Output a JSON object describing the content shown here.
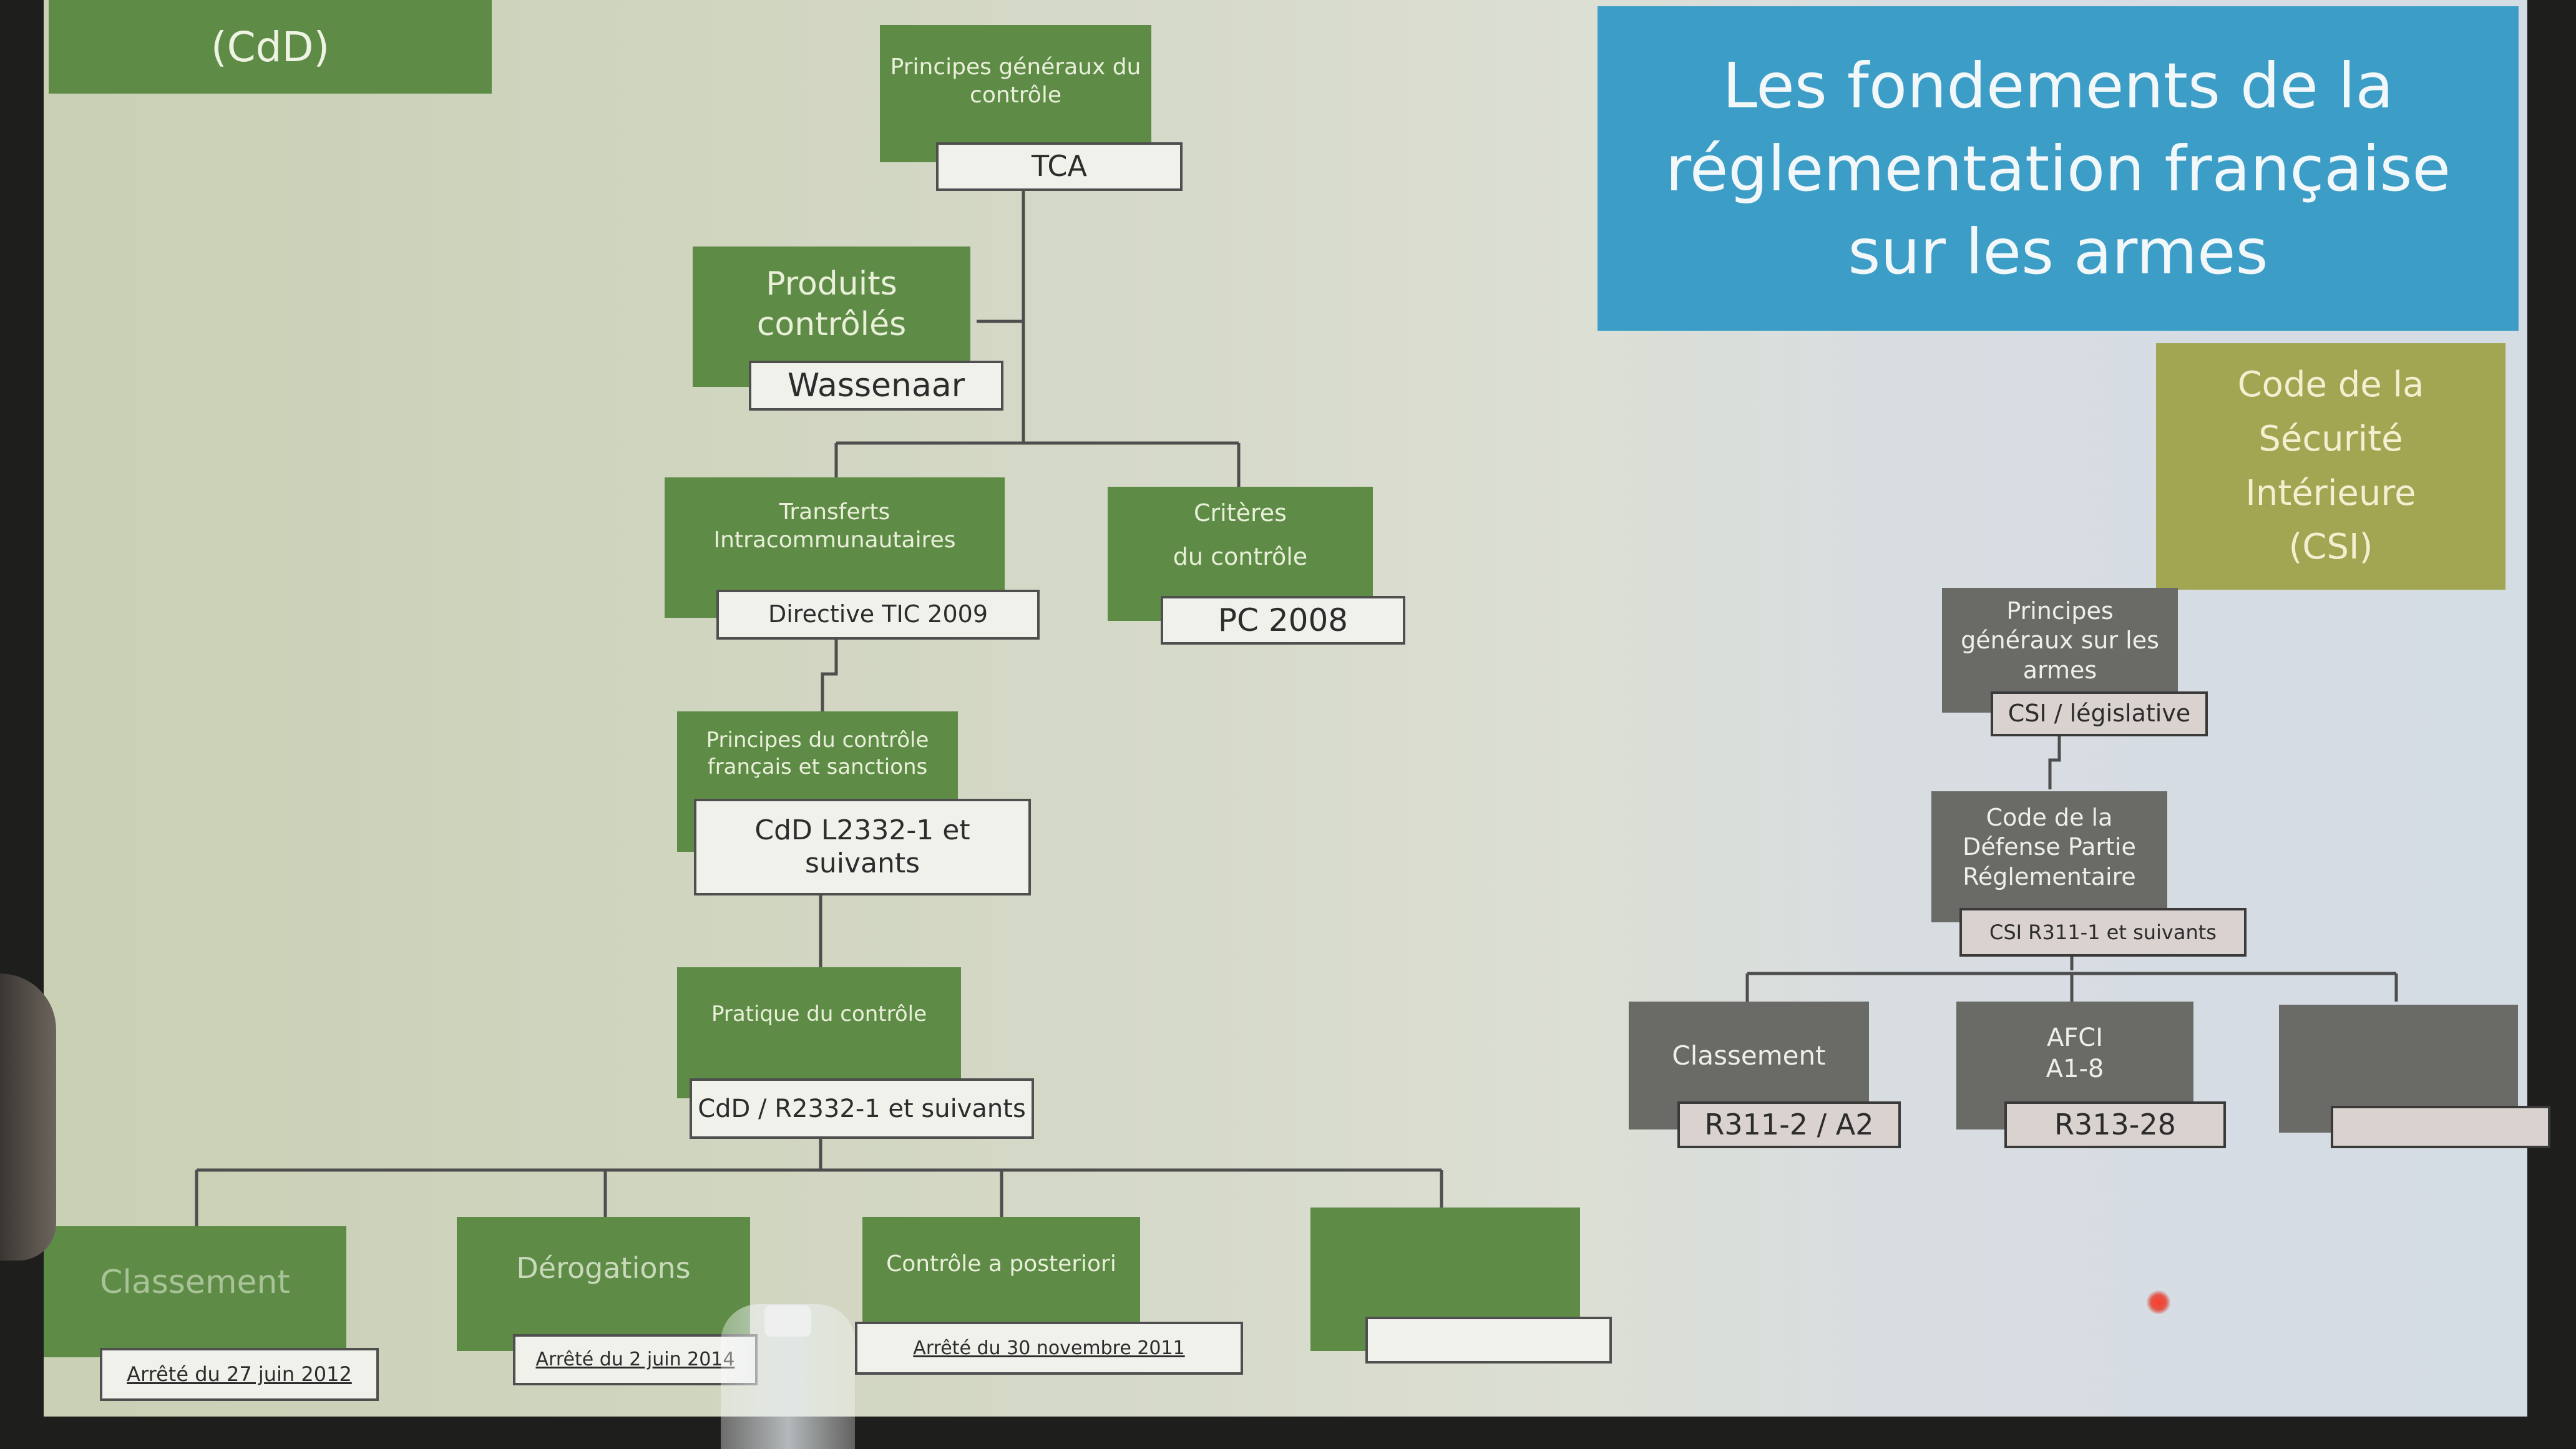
{
  "header": {
    "cdd_tab": "(CdD)",
    "title": "Les fondements de la réglementation française sur les armes"
  },
  "left_tree": {
    "principes_generaux": {
      "label": "Principes généraux du contrôle",
      "ref": "TCA"
    },
    "produits_controles": {
      "label": "Produits contrôlés",
      "ref": "Wassenaar"
    },
    "transferts": {
      "label": "Transferts Intracommunautaires",
      "ref": "Directive TIC 2009"
    },
    "criteres": {
      "label_line1": "Critères",
      "label_line2": "du contrôle",
      "ref": "PC 2008"
    },
    "principes_francais": {
      "label": "Principes du contrôle français et sanctions",
      "ref": "CdD L2332-1 et suivants"
    },
    "pratique": {
      "label": "Pratique du contrôle",
      "ref": "CdD / R2332-1 et suivants"
    },
    "leaves": [
      {
        "label": "Classement",
        "ref": "Arrêté du 27 juin 2012"
      },
      {
        "label": "Dérogations",
        "ref": "Arrêté du 2 juin 2014"
      },
      {
        "label": "Contrôle a posteriori",
        "ref": "Arrêté du 30 novembre 2011"
      },
      {
        "label": "",
        "ref": ""
      }
    ]
  },
  "right_tree": {
    "csi": "Code de la Sécurité Intérieure (CSI)",
    "principes_armes": {
      "label": "Principes généraux sur les armes",
      "ref": "CSI / législative"
    },
    "code_defense": {
      "label": "Code de la Défense Partie Réglementaire",
      "ref": "CSI R311-1 et suivants"
    },
    "leaves": [
      {
        "label": "Classement",
        "ref": "R311-2 / A2"
      },
      {
        "label": "AFCI A1-8",
        "ref": "R313-28"
      },
      {
        "label": "",
        "ref": ""
      }
    ]
  },
  "colors": {
    "green_box": "#5e8c47",
    "grey_box": "#6a6a66",
    "olive_box": "#a2a652",
    "title_blue": "#3c9ec6"
  }
}
